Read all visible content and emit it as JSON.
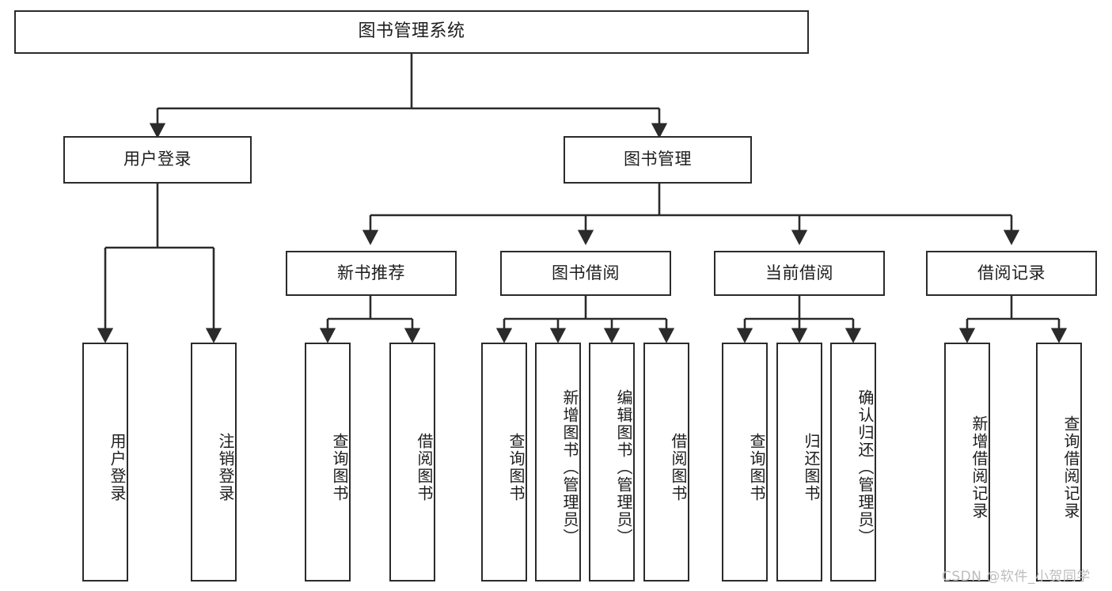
{
  "diagram": {
    "title": "图书管理系统",
    "type": "tree-hierarchy",
    "watermark": "CSDN @软件_小贺同学",
    "colors": {
      "stroke": "#2b2b2b",
      "fill": "#ffffff",
      "text": "#1d1d1d",
      "watermark": "#bdbdbd"
    },
    "levels": {
      "level1": [
        {
          "id": "root",
          "label": "图书管理系统"
        }
      ],
      "level2": [
        {
          "id": "user-login",
          "label": "用户登录"
        },
        {
          "id": "book-manage",
          "label": "图书管理"
        }
      ],
      "level3": [
        {
          "id": "new-book-recommend",
          "label": "新书推荐",
          "parent": "book-manage"
        },
        {
          "id": "book-borrow",
          "label": "图书借阅",
          "parent": "book-manage"
        },
        {
          "id": "current-borrow",
          "label": "当前借阅",
          "parent": "book-manage"
        },
        {
          "id": "borrow-record",
          "label": "借阅记录",
          "parent": "book-manage"
        }
      ],
      "leaves": [
        {
          "id": "leaf-user-login",
          "label": "用户登录",
          "parent": "user-login"
        },
        {
          "id": "leaf-logout-login",
          "label": "注销登录",
          "parent": "user-login"
        },
        {
          "id": "leaf-query-book-1",
          "label": "查询图书",
          "parent": "new-book-recommend"
        },
        {
          "id": "leaf-borrow-book-1",
          "label": "借阅图书",
          "parent": "new-book-recommend"
        },
        {
          "id": "leaf-query-book-2",
          "label": "查询图书",
          "parent": "book-borrow"
        },
        {
          "id": "leaf-add-book",
          "label": "新增图书（管理员）",
          "parent": "book-borrow"
        },
        {
          "id": "leaf-edit-book",
          "label": "编辑图书（管理员）",
          "parent": "book-borrow"
        },
        {
          "id": "leaf-borrow-book-2",
          "label": "借阅图书",
          "parent": "book-borrow"
        },
        {
          "id": "leaf-query-book-3",
          "label": "查询图书",
          "parent": "current-borrow"
        },
        {
          "id": "leaf-return-book",
          "label": "归还图书",
          "parent": "current-borrow"
        },
        {
          "id": "leaf-confirm-return",
          "label": "确认归还（管理员）",
          "parent": "current-borrow"
        },
        {
          "id": "leaf-add-record",
          "label": "新增借阅记录",
          "parent": "borrow-record"
        },
        {
          "id": "leaf-query-record",
          "label": "查询借阅记录",
          "parent": "borrow-record"
        }
      ]
    }
  }
}
